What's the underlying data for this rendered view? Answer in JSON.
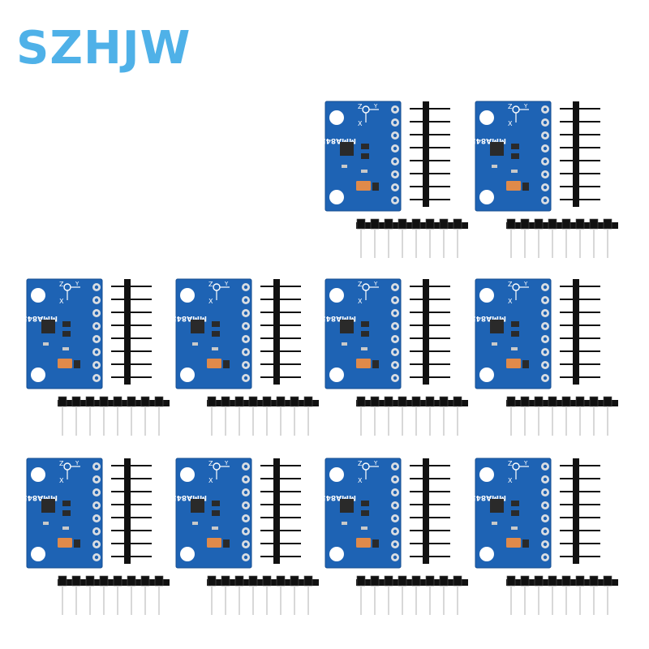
{
  "brand": {
    "text": "SZHJW",
    "color": "#4fb1e8"
  },
  "board": {
    "silkscreen_part": "MMA845X",
    "axis_z": "Z",
    "axis_y": "Y",
    "axis_x": "X",
    "color": "#1e63b4",
    "pcb_edge": "#164d8f",
    "pad_color": "#d9dde2",
    "chip_color": "#2a2a2a",
    "capacitor_color": "#e08a4a"
  },
  "header_pins": {
    "count": 8,
    "plastic_color": "#111111",
    "pin_color": "#d8d8d8"
  },
  "modules": [
    {
      "row": 1,
      "col": 3
    },
    {
      "row": 1,
      "col": 4
    },
    {
      "row": 2,
      "col": 1
    },
    {
      "row": 2,
      "col": 2
    },
    {
      "row": 2,
      "col": 3
    },
    {
      "row": 2,
      "col": 4
    },
    {
      "row": 3,
      "col": 1
    },
    {
      "row": 3,
      "col": 2
    },
    {
      "row": 3,
      "col": 3
    },
    {
      "row": 3,
      "col": 4
    }
  ]
}
